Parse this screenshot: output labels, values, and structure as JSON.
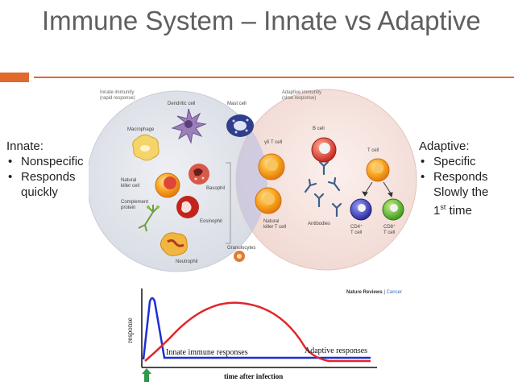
{
  "slide": {
    "title": "Immune System – Innate vs Adaptive"
  },
  "left_panel": {
    "heading": "Innate:",
    "bullets": [
      "Nonspecific",
      "Responds quickly"
    ]
  },
  "right_panel": {
    "heading": "Adaptive:",
    "bullet_1": "Specific",
    "bullet_2_pre": "Responds Slowly the 1",
    "bullet_2_sup": "st",
    "bullet_2_post": "time"
  },
  "diagram": {
    "innate_header_1": "Innate immunity",
    "innate_header_2": "(rapid response)",
    "adaptive_header_1": "Adaptive immunity",
    "adaptive_header_2": "(slow response)",
    "cells": {
      "dendritic": "Dendritic cell",
      "mast": "Mast cell",
      "macrophage": "Macrophage",
      "nk_1": "Natural",
      "nk_2": "killer cell",
      "complement_1": "Complement",
      "complement_2": "protein",
      "basophil": "Basophil",
      "eosinophil": "Eosinophil",
      "granulocytes": "Granulocytes",
      "neutrophil": "Neutrophil",
      "gamma_delta": "γδ T cell",
      "nkt_1": "Natural",
      "nkt_2": "killer T cell",
      "b_cell": "B cell",
      "antibodies": "Antibodies",
      "t_cell": "T cell",
      "cd4_1": "CD4⁺",
      "cd4_2": "T cell",
      "cd8_1": "CD8⁺",
      "cd8_2": "T cell"
    },
    "credit_1": "Nature Reviews",
    "credit_sep": " | ",
    "credit_2": "Cancer",
    "colors": {
      "innate_circle": "#dde1e8",
      "adaptive_circle": "#f6e3df",
      "overlap": "#c9c8e1"
    }
  },
  "response_graph": {
    "ylabel": "response",
    "xlabel": "time after infection",
    "innate_label": "Innate immune responses",
    "adaptive_label": "Adaptive responses",
    "colors": {
      "innate": "#1c2fd6",
      "adaptive": "#e0262b",
      "arrow": "#2e9a4a"
    }
  }
}
